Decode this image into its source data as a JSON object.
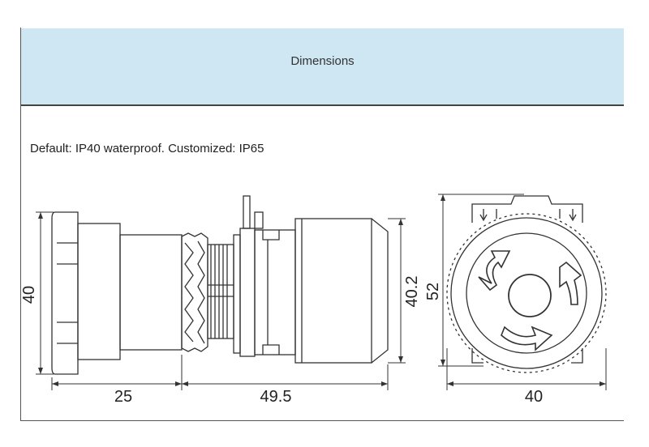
{
  "header": {
    "title": "Dimensions"
  },
  "note": "Default: IP40 waterproof. Customized: IP65",
  "dimensions": {
    "side_height": "40",
    "cap_depth": "25",
    "body_depth": "49.5",
    "body_height": "40.2",
    "front_height": "52",
    "front_width": "40"
  }
}
